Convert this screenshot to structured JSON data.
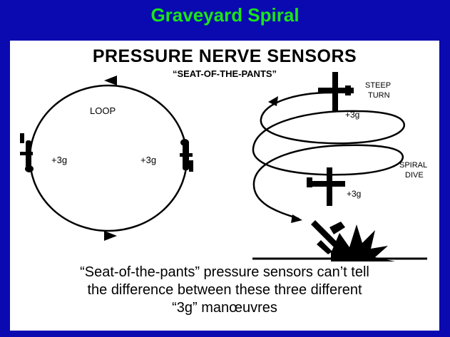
{
  "slide": {
    "title": "Graveyard Spiral",
    "title_color": "#19e619",
    "background_color": "#0a0ab0"
  },
  "diagram": {
    "heading": "PRESSURE NERVE SENSORS",
    "subheading": "“SEAT-OF-THE-PANTS”",
    "loop": {
      "label": "LOOP",
      "left_g": "+3g",
      "right_g": "+3g"
    },
    "steep_turn": {
      "label_line1": "STEEP",
      "label_line2": "TURN",
      "g": "+3g"
    },
    "spiral_dive": {
      "label_line1": "SPIRAL",
      "label_line2": "DIVE",
      "g": "+3g"
    }
  },
  "caption": {
    "line1": "“Seat-of-the-pants” pressure sensors can’t tell",
    "line2": "the difference between these three different",
    "line3": "“3g” manœuvres"
  }
}
